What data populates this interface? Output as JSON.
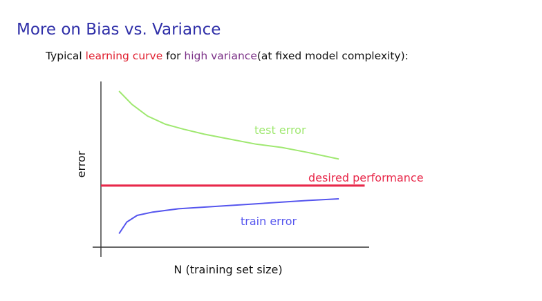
{
  "slide": {
    "title": "More on Bias vs. Variance",
    "subtitle": {
      "part1": "Typical ",
      "part2": "learning curve",
      "part3": " for ",
      "part4": "high variance",
      "part5": "(at fixed model complexity):"
    }
  },
  "colors": {
    "title": "#2f2fa8",
    "test": "#9fe870",
    "train": "#5555ee",
    "desired": "#e8284a",
    "axis": "#333333"
  },
  "chart_data": {
    "type": "line",
    "xlabel": "N (training set size)",
    "ylabel": "error",
    "xlim": [
      0,
      1
    ],
    "ylim": [
      0,
      1
    ],
    "series": [
      {
        "name": "test error",
        "x": [
          0.07,
          0.12,
          0.18,
          0.25,
          0.32,
          0.4,
          0.5,
          0.6,
          0.7,
          0.8,
          0.92
        ],
        "y": [
          0.95,
          0.87,
          0.8,
          0.75,
          0.72,
          0.69,
          0.66,
          0.63,
          0.61,
          0.58,
          0.54
        ]
      },
      {
        "name": "train error",
        "x": [
          0.07,
          0.1,
          0.14,
          0.2,
          0.3,
          0.4,
          0.5,
          0.6,
          0.7,
          0.8,
          0.92
        ],
        "y": [
          0.09,
          0.16,
          0.2,
          0.22,
          0.24,
          0.25,
          0.26,
          0.27,
          0.28,
          0.29,
          0.3
        ]
      },
      {
        "name": "desired performance",
        "x": [
          0,
          1.02
        ],
        "y": [
          0.38,
          0.38
        ]
      }
    ]
  }
}
